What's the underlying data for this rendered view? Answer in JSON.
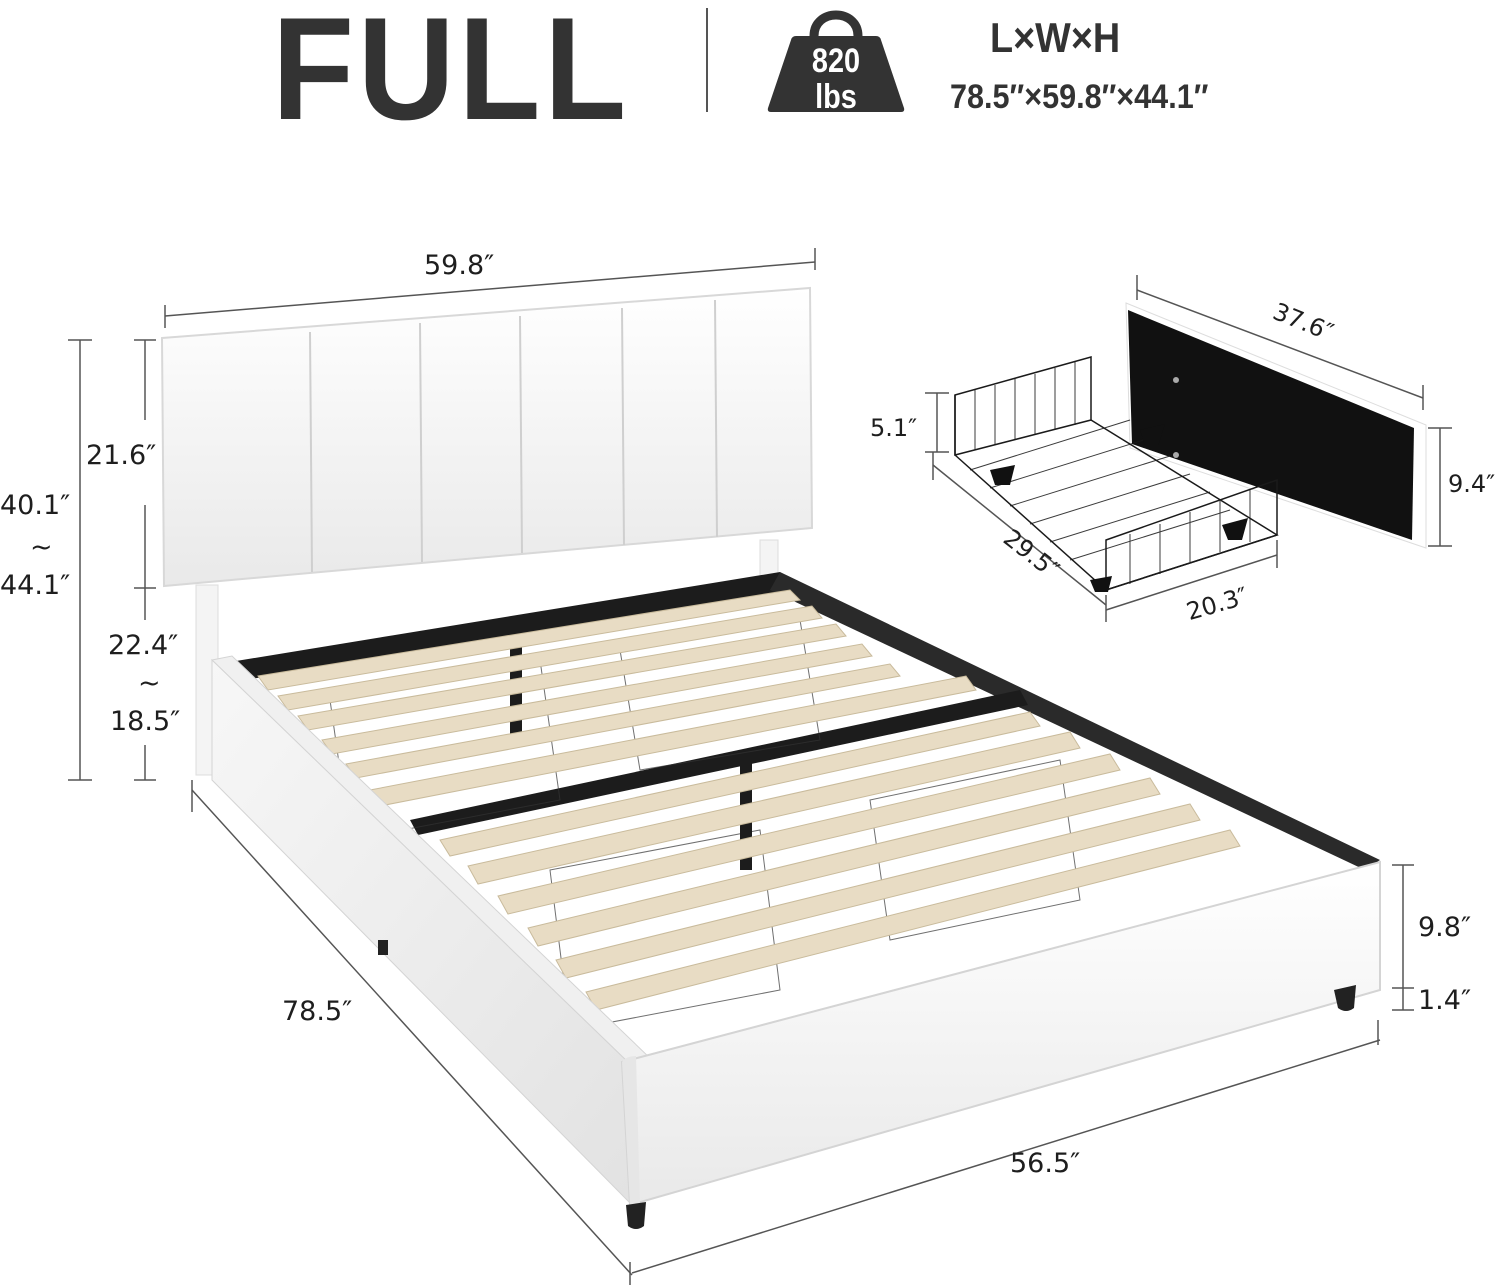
{
  "header": {
    "size_label": "FULL",
    "weight_capacity": {
      "value": "820",
      "unit": "lbs",
      "icon": "weight-icon"
    },
    "dimensions_title": "L×W×H",
    "dimensions_value": "78.5″×59.8″×44.1″"
  },
  "bed": {
    "headboard_width": "59.8″",
    "headboard_height": "21.6″",
    "total_height_min": "40.1″",
    "total_height_sep": "~",
    "total_height_max": "44.1″",
    "leg_clearance_max": "22.4″",
    "leg_clearance_sep": "~",
    "leg_clearance_min": "18.5″",
    "length": "78.5″",
    "footboard_width": "56.5″",
    "side_rail_height": "9.8″",
    "leg_height": "1.4″"
  },
  "drawer": {
    "front_length": "37.6″",
    "front_height": "9.4″",
    "basket_height": "5.1″",
    "basket_depth": "29.5″",
    "basket_width": "20.3″"
  },
  "colors": {
    "text": "#333333",
    "frame_white": "#f4f4f4",
    "slat_wood": "#e8dcc4",
    "metal": "#1c1c1c",
    "dim_line": "#555555"
  }
}
